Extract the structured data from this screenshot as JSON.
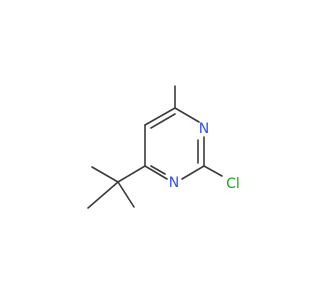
{
  "molecule": {
    "atoms": {
      "n1": "N",
      "n2": "N",
      "cl": "Cl"
    },
    "colors": {
      "bond": "#3a3a3a",
      "nitrogen": "#3050f8",
      "chlorine": "#1fa01f"
    }
  }
}
